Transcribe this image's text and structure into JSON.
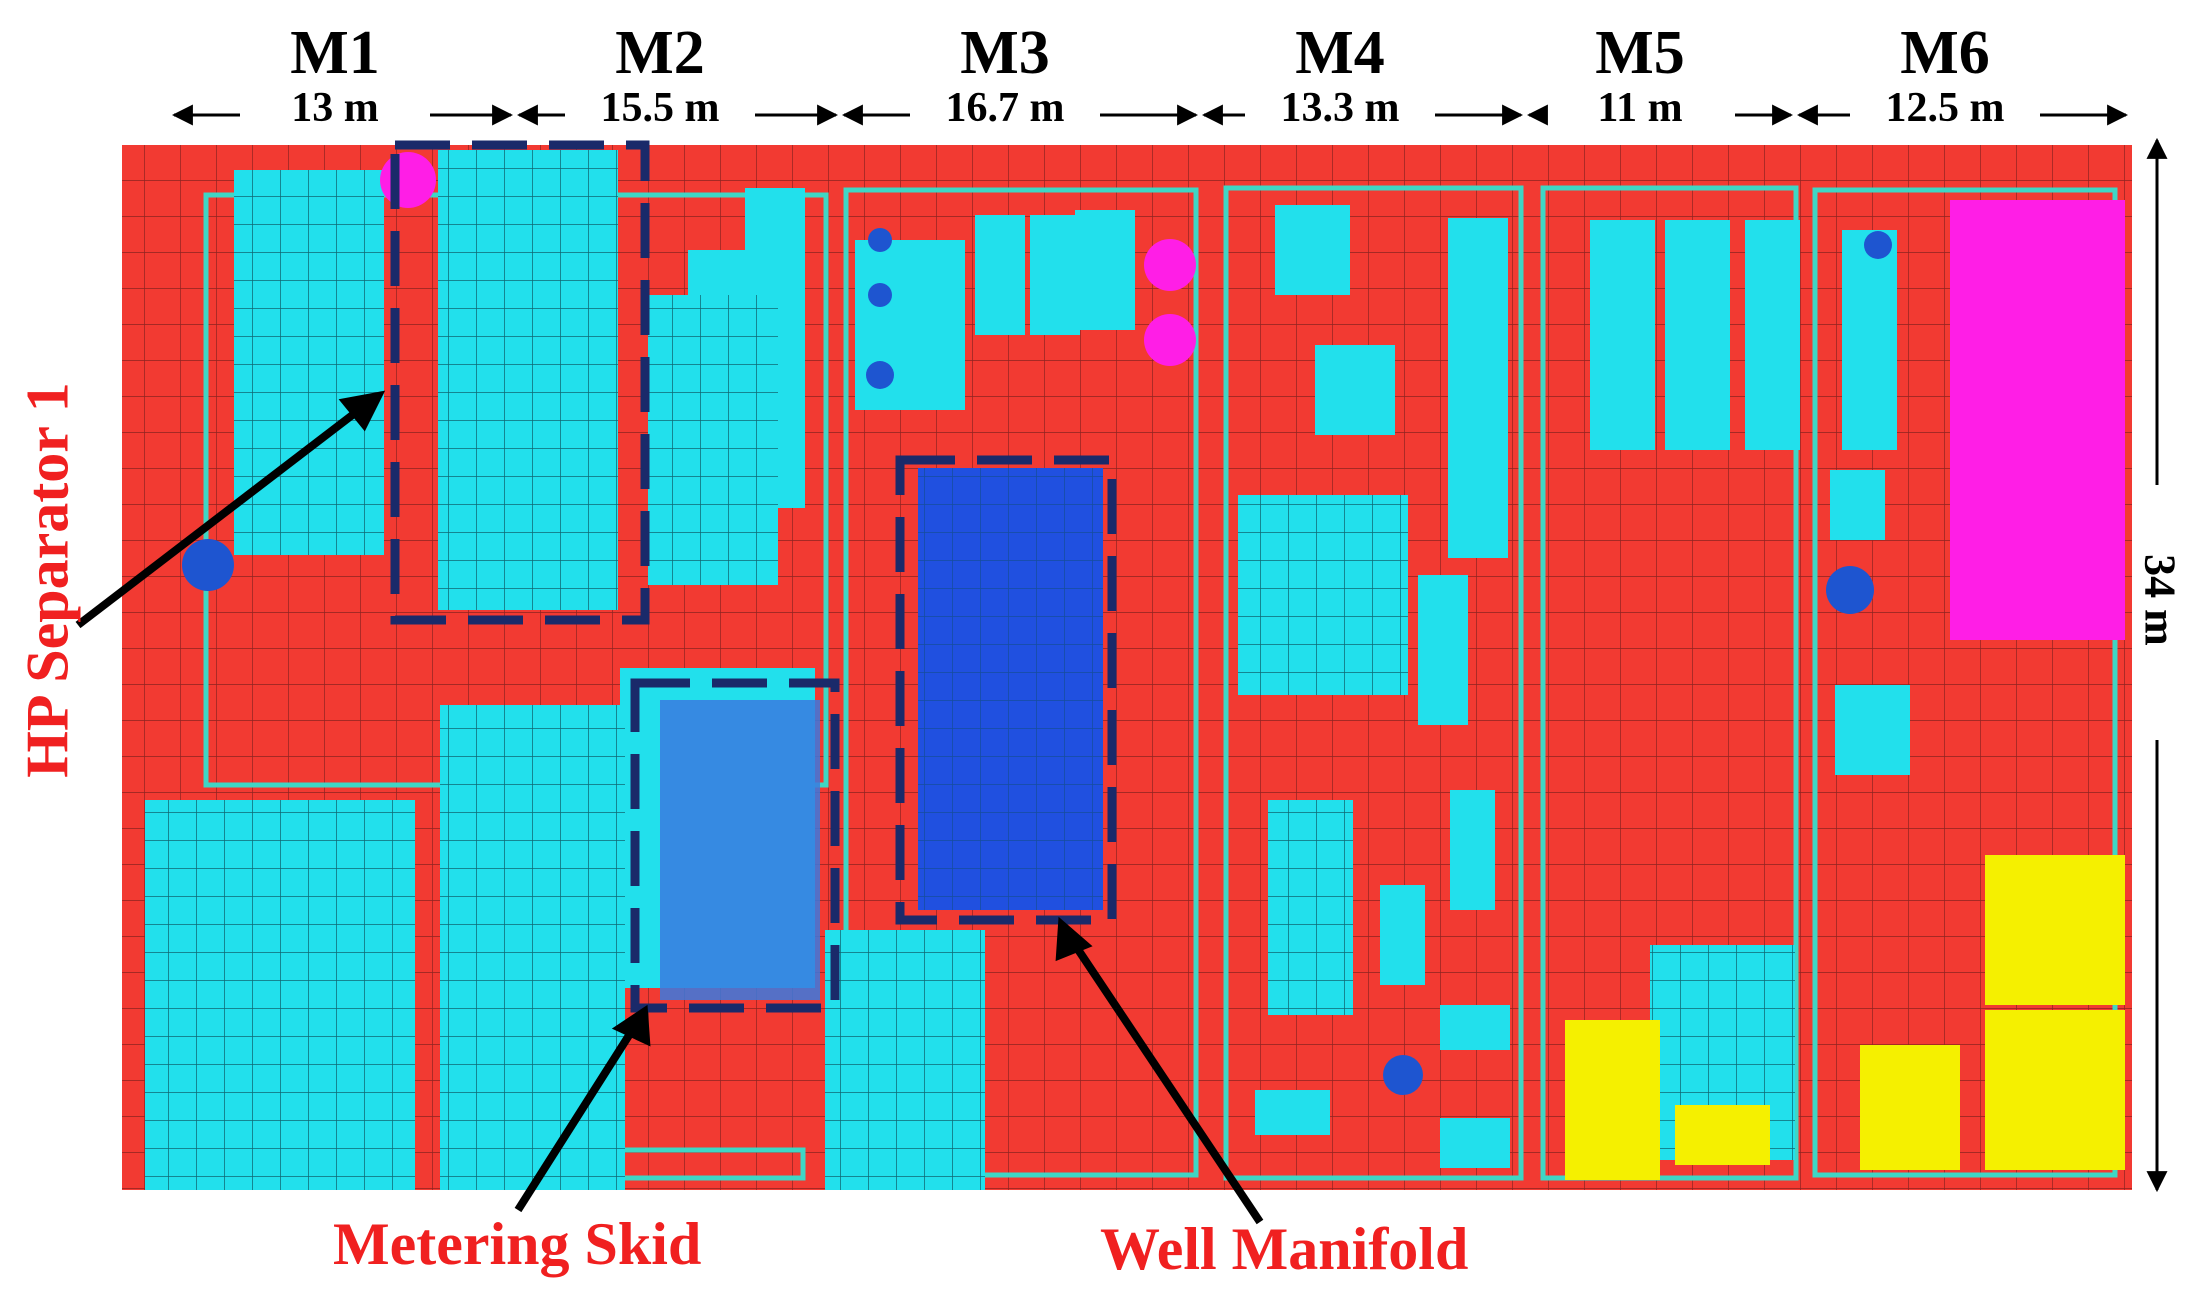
{
  "modules": [
    {
      "name": "M1",
      "length": "13 m"
    },
    {
      "name": "M2",
      "length": "15.5 m"
    },
    {
      "name": "M3",
      "length": "16.7 m"
    },
    {
      "name": "M4",
      "length": "13.3 m"
    },
    {
      "name": "M5",
      "length": "11 m"
    },
    {
      "name": "M6",
      "length": "12.5 m"
    }
  ],
  "width_label": "34 m",
  "callouts": {
    "hp_separator": "HP Separator 1",
    "metering_skid": "Metering Skid",
    "well_manifold": "Well Manifold"
  },
  "colors": {
    "deck": "#f23a32",
    "equipment": "#22e0ec",
    "vessel": "#2050e0",
    "magenta": "#ff1ee6",
    "yellow": "#f5f000",
    "frame": "#1a2a6a",
    "callout_text": "#f02020"
  }
}
